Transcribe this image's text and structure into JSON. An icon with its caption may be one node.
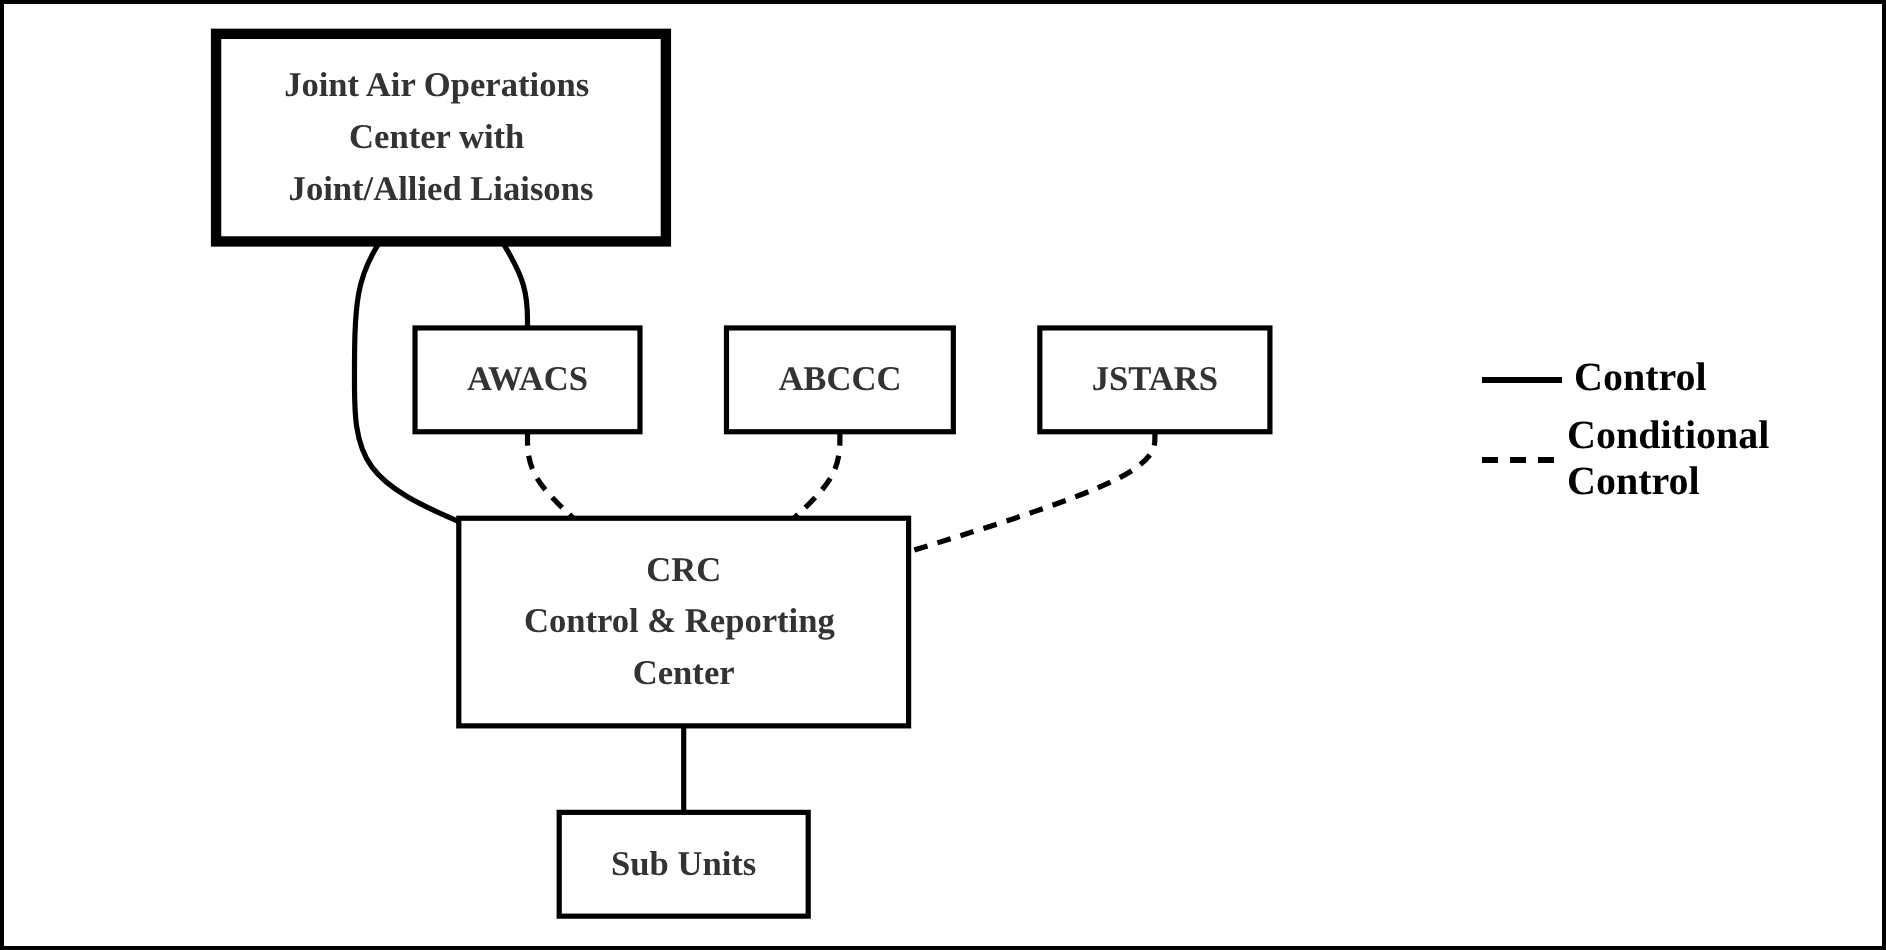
{
  "diagram": {
    "nodes": [
      {
        "text": [
          "Joint Air Operations Center with Joint/Allied Liaisons"
        ]
      },
      {
        "text": [
          "CRC",
          "Control & Reporting Center"
        ]
      },
      {
        "text": [
          "AWACS"
        ]
      },
      {
        "text": [
          "ABCCC"
        ]
      },
      {
        "text": [
          "JSTARS"
        ]
      },
      {
        "text": [
          "Sub Units"
        ]
      }
    ],
    "edges": [
      {
        "from": 0,
        "to": 1,
        "arrow": "none"
      },
      {
        "from": 0,
        "to": 2,
        "arrow": "none"
      },
      {
        "from": 2,
        "to": 1,
        "arrow": "none",
        "style": "dashed"
      },
      {
        "from": 3,
        "to": 1,
        "arrow": "none",
        "style": "dashed"
      },
      {
        "from": 4,
        "to": 1,
        "arrow": "none",
        "style": "dashed"
      },
      {
        "from": 1,
        "to": 5,
        "arrow": "none"
      }
    ],
    "legend": [
      {
        "text": "Control"
      },
      {
        "text": "Conditional Control"
      }
    ]
  }
}
